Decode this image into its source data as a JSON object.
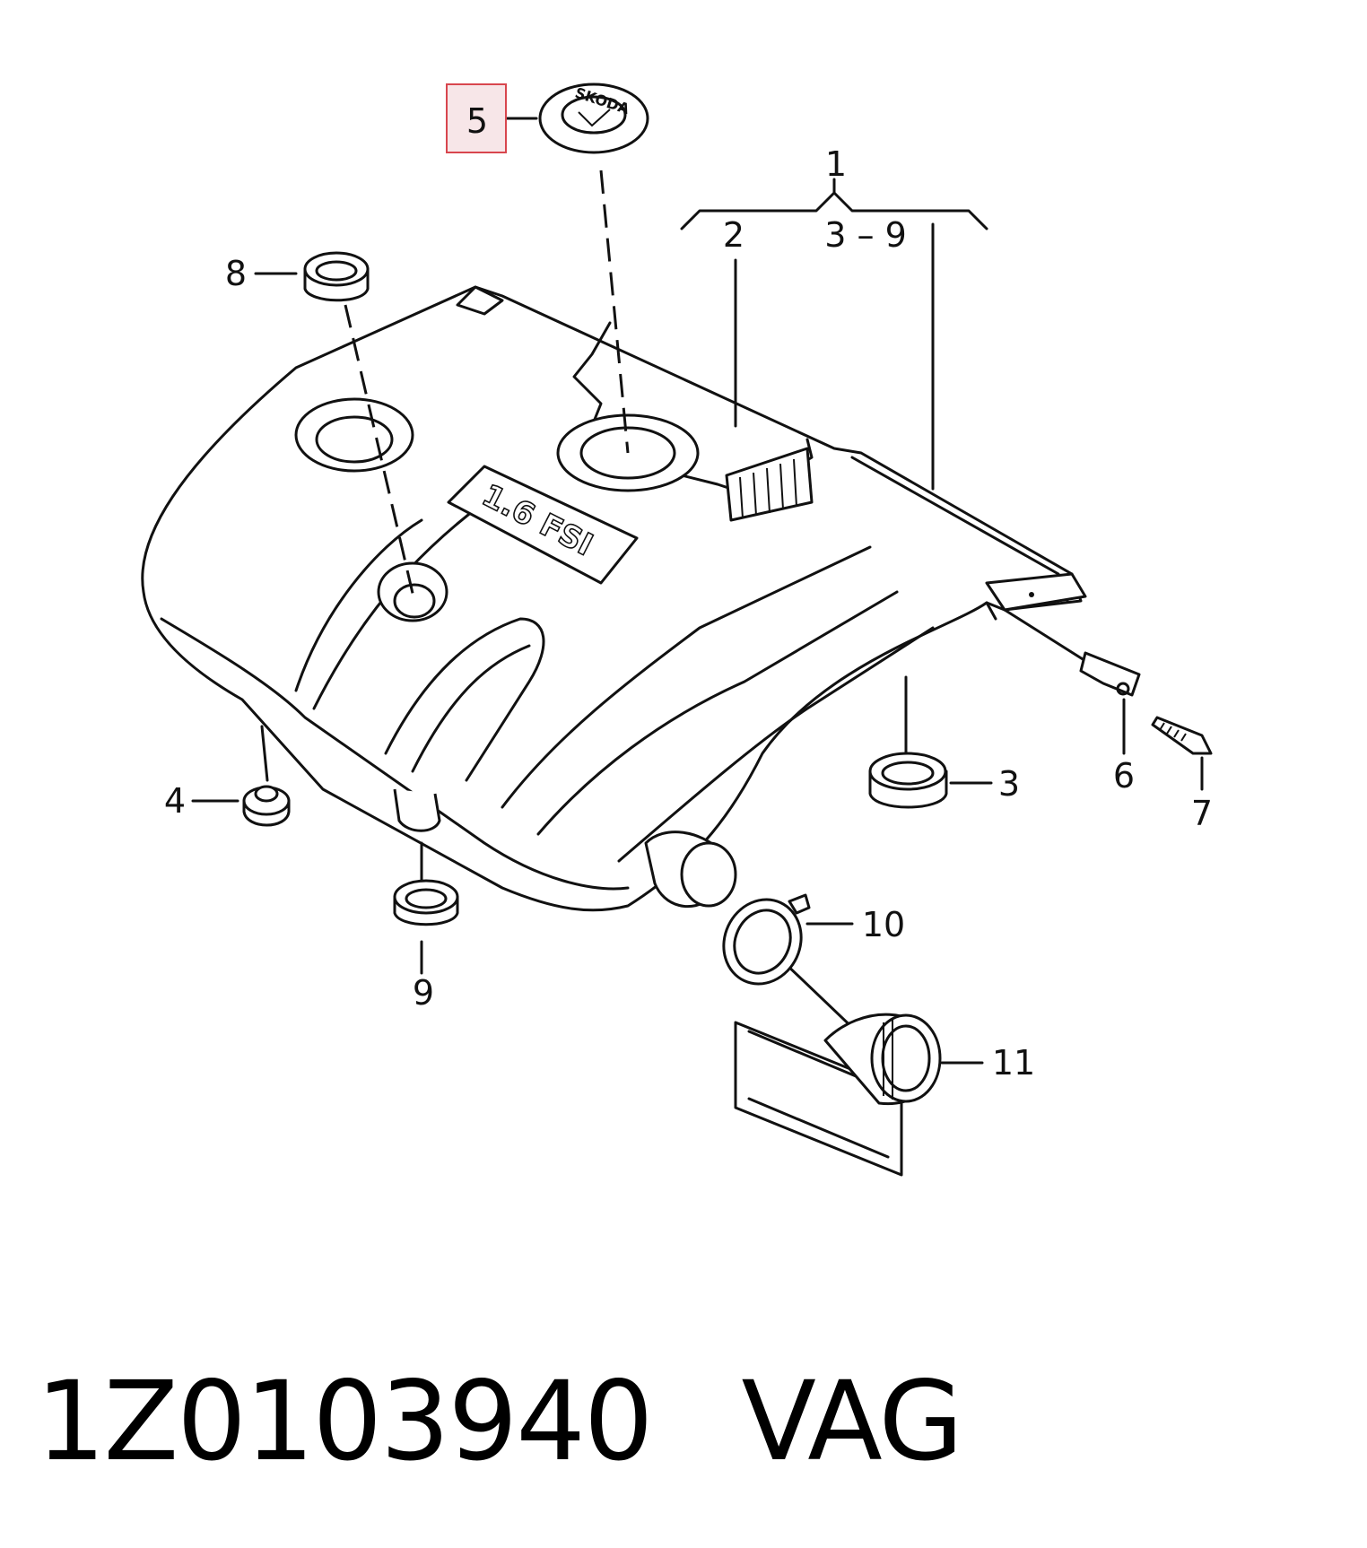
{
  "callouts": {
    "c1": "1",
    "c2": "2",
    "c39": "3 – 9",
    "c3": "3",
    "c4": "4",
    "c5": "5",
    "c6": "6",
    "c7": "7",
    "c8": "8",
    "c9": "9",
    "c10": "10",
    "c11": "11"
  },
  "cover": {
    "badge_text": "1.6 FSI",
    "logo_text": "SKODA"
  },
  "footer": {
    "part_number": "1Z0103940",
    "brand": "VAG"
  },
  "highlight": {
    "callout": "5",
    "color": "#d8464e"
  }
}
